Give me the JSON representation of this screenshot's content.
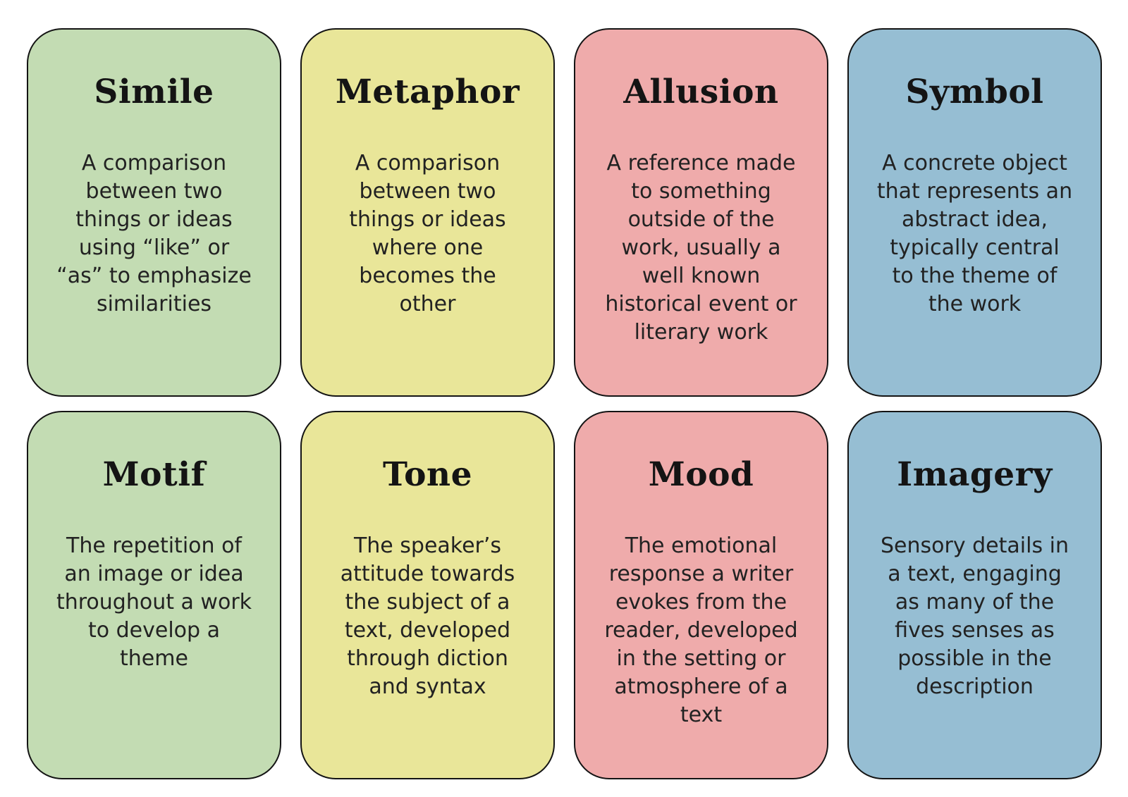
{
  "page": {
    "background": "#ffffff",
    "border_color": "#141414",
    "title_color": "#141414",
    "body_color": "#222222"
  },
  "cards": [
    {
      "title": "Simile",
      "body": "A comparison\nbetween two\nthings or ideas\nusing “like” or\n“as” to emphasize\nsimilarities",
      "bg": "#c3dcb3"
    },
    {
      "title": "Metaphor",
      "body": "A comparison\nbetween two\nthings or ideas\nwhere one\nbecomes the\nother",
      "bg": "#e9e699"
    },
    {
      "title": "Allusion",
      "body": "A reference made\nto something\noutside of the\nwork, usually a\nwell known\nhistorical event or\nliterary work",
      "bg": "#efabab"
    },
    {
      "title": "Symbol",
      "body": "A concrete object\nthat represents an\nabstract idea,\ntypically central\nto the theme of\nthe work",
      "bg": "#96bed3"
    },
    {
      "title": "Motif",
      "body": "The repetition of\nan image or idea\nthroughout a work\nto develop a\ntheme",
      "bg": "#c3dcb3"
    },
    {
      "title": "Tone",
      "body": "The speaker’s\nattitude towards\nthe subject of a\ntext, developed\nthrough diction\nand syntax",
      "bg": "#e9e699"
    },
    {
      "title": "Mood",
      "body": "The emotional\nresponse a writer\nevokes from the\nreader, developed\nin the setting or\natmosphere of a\ntext",
      "bg": "#efabab"
    },
    {
      "title": "Imagery",
      "body": "Sensory details in\na text, engaging\nas many of the\nfives senses as\npossible in the\ndescription",
      "bg": "#96bed3"
    }
  ]
}
